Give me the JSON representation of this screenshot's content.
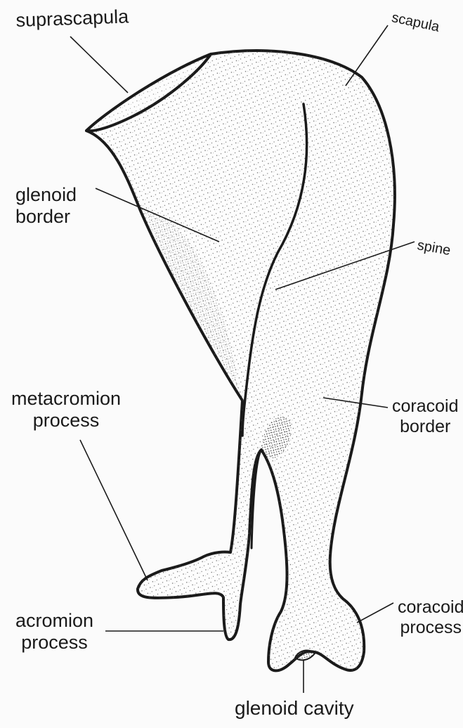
{
  "labels": {
    "suprascapula": "suprascapula",
    "scapula": "scapula",
    "glenoid_border": [
      "glenoid",
      "border"
    ],
    "spine": "spine",
    "metacromion_process": [
      "metacromion",
      "process"
    ],
    "coracoid_border": [
      "coracoid",
      "border"
    ],
    "acromion_process": [
      "acromion",
      "process"
    ],
    "coracoid_process": [
      "coracoid",
      "process"
    ],
    "glenoid_cavity": "glenoid cavity"
  },
  "colors": {
    "ink": "#1a1a1a",
    "stipple": "#555555",
    "paper": "#fbfbfb"
  }
}
